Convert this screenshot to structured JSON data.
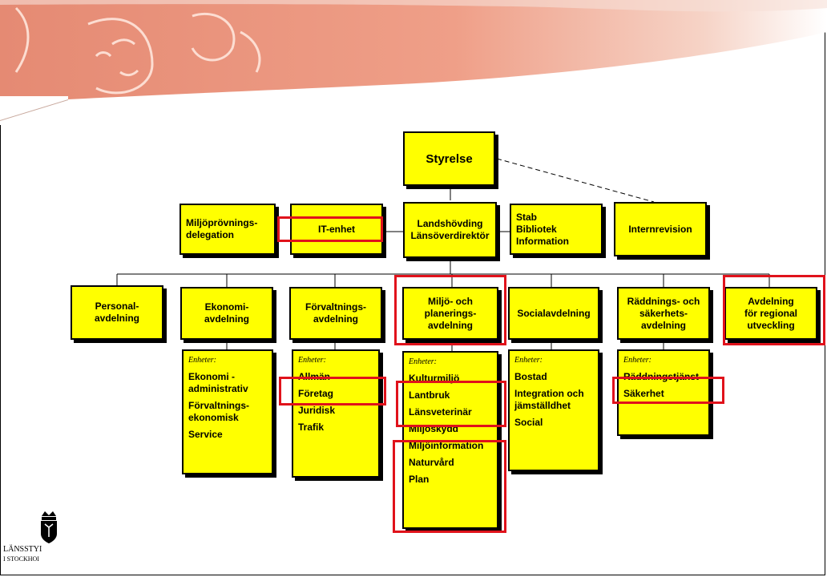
{
  "diagram": {
    "top": {
      "styrelse": "Styrelse"
    },
    "row2": {
      "miljoprovning": "Miljöprövnings-\ndelegation",
      "it_enhet": "IT-enhet",
      "landshovding": "Landshövding\nLänsöverdirektör",
      "stab": "Stab\nBibliotek\nInformation",
      "internrevision": "Internrevision"
    },
    "departments": [
      {
        "name": "Personal-\navdelning"
      },
      {
        "name": "Ekonomi-\navdelning"
      },
      {
        "name": "Förvaltnings-\navdelning"
      },
      {
        "name": "Miljö- och\nplanerings-\navdelning"
      },
      {
        "name": "Socialavdelning"
      },
      {
        "name": "Räddnings- och\nsäkerhets-\navdelning"
      },
      {
        "name": "Avdelning\nför regional\nutveckling"
      }
    ],
    "units_label": "Enheter:",
    "units": {
      "ekonomi": [
        "Ekonomi -\nadministrativ",
        "Förvaltnings-\nekonomisk",
        "Service"
      ],
      "forvaltning": [
        "Allmän",
        "Företag",
        "Juridisk",
        "Trafik"
      ],
      "miljo": [
        "Kulturmiljö",
        "Lantbruk",
        "Länsveterinär",
        "Miljöskydd",
        "Miljöinformation",
        "Naturvård",
        "Plan"
      ],
      "social": [
        "Bostad",
        "Integration och\njämställdhet",
        "Social"
      ],
      "raddning": [
        "Räddningstjänst",
        "Säkerhet"
      ]
    }
  },
  "logo": {
    "line1": "LÄNSSTYI",
    "line2": "I STOCKHOI"
  },
  "colors": {
    "box": "#ffff00",
    "highlight": "#e0121b",
    "line": "#000000"
  }
}
